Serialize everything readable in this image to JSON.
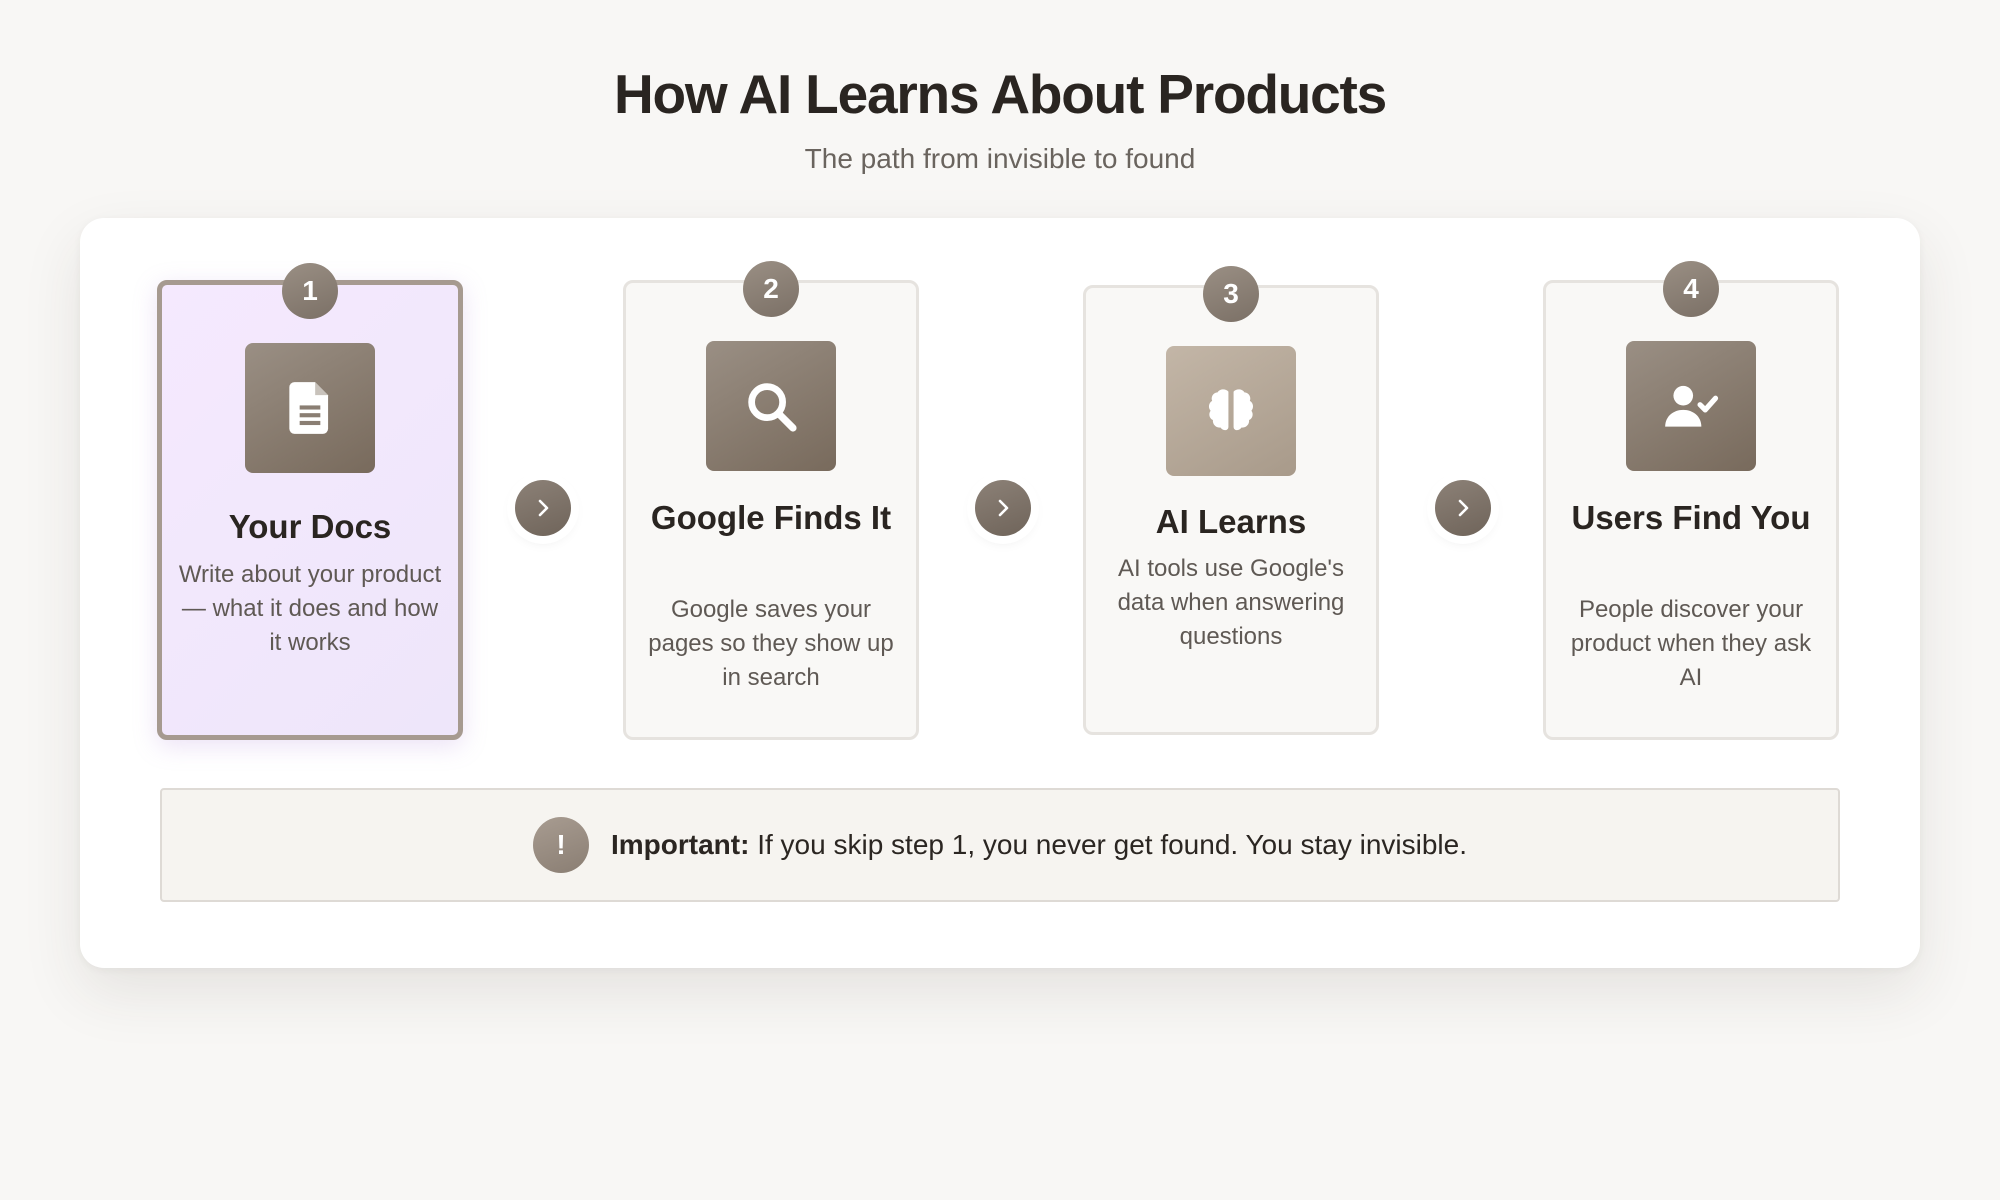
{
  "header": {
    "title": "How AI Learns About Products",
    "subtitle": "The path from invisible to found"
  },
  "steps": [
    {
      "number": "1",
      "icon": "document-icon",
      "title": "Your Docs",
      "description": "Write about your product — what it does and how it works",
      "highlighted": true
    },
    {
      "number": "2",
      "icon": "search-icon",
      "title": "Google Finds It",
      "description": "Google saves your pages so they show up in search",
      "highlighted": false
    },
    {
      "number": "3",
      "icon": "brain-icon",
      "title": "AI Learns",
      "description": "AI tools use Google's data when answering questions",
      "highlighted": false
    },
    {
      "number": "4",
      "icon": "user-check-icon",
      "title": "Users Find You",
      "description": "People discover your product when they ask AI",
      "highlighted": false
    }
  ],
  "connector_icon": "chevron-right-icon",
  "callout": {
    "icon_glyph": "!",
    "icon": "alert-icon",
    "label": "Important:",
    "text": " If you skip step 1, you never get found. You stay invisible."
  },
  "colors": {
    "background": "#f8f7f5",
    "panel": "#ffffff",
    "accent": "#8a7e73",
    "highlight": "#f2e8fd",
    "highlight_border": "#a69a90"
  }
}
